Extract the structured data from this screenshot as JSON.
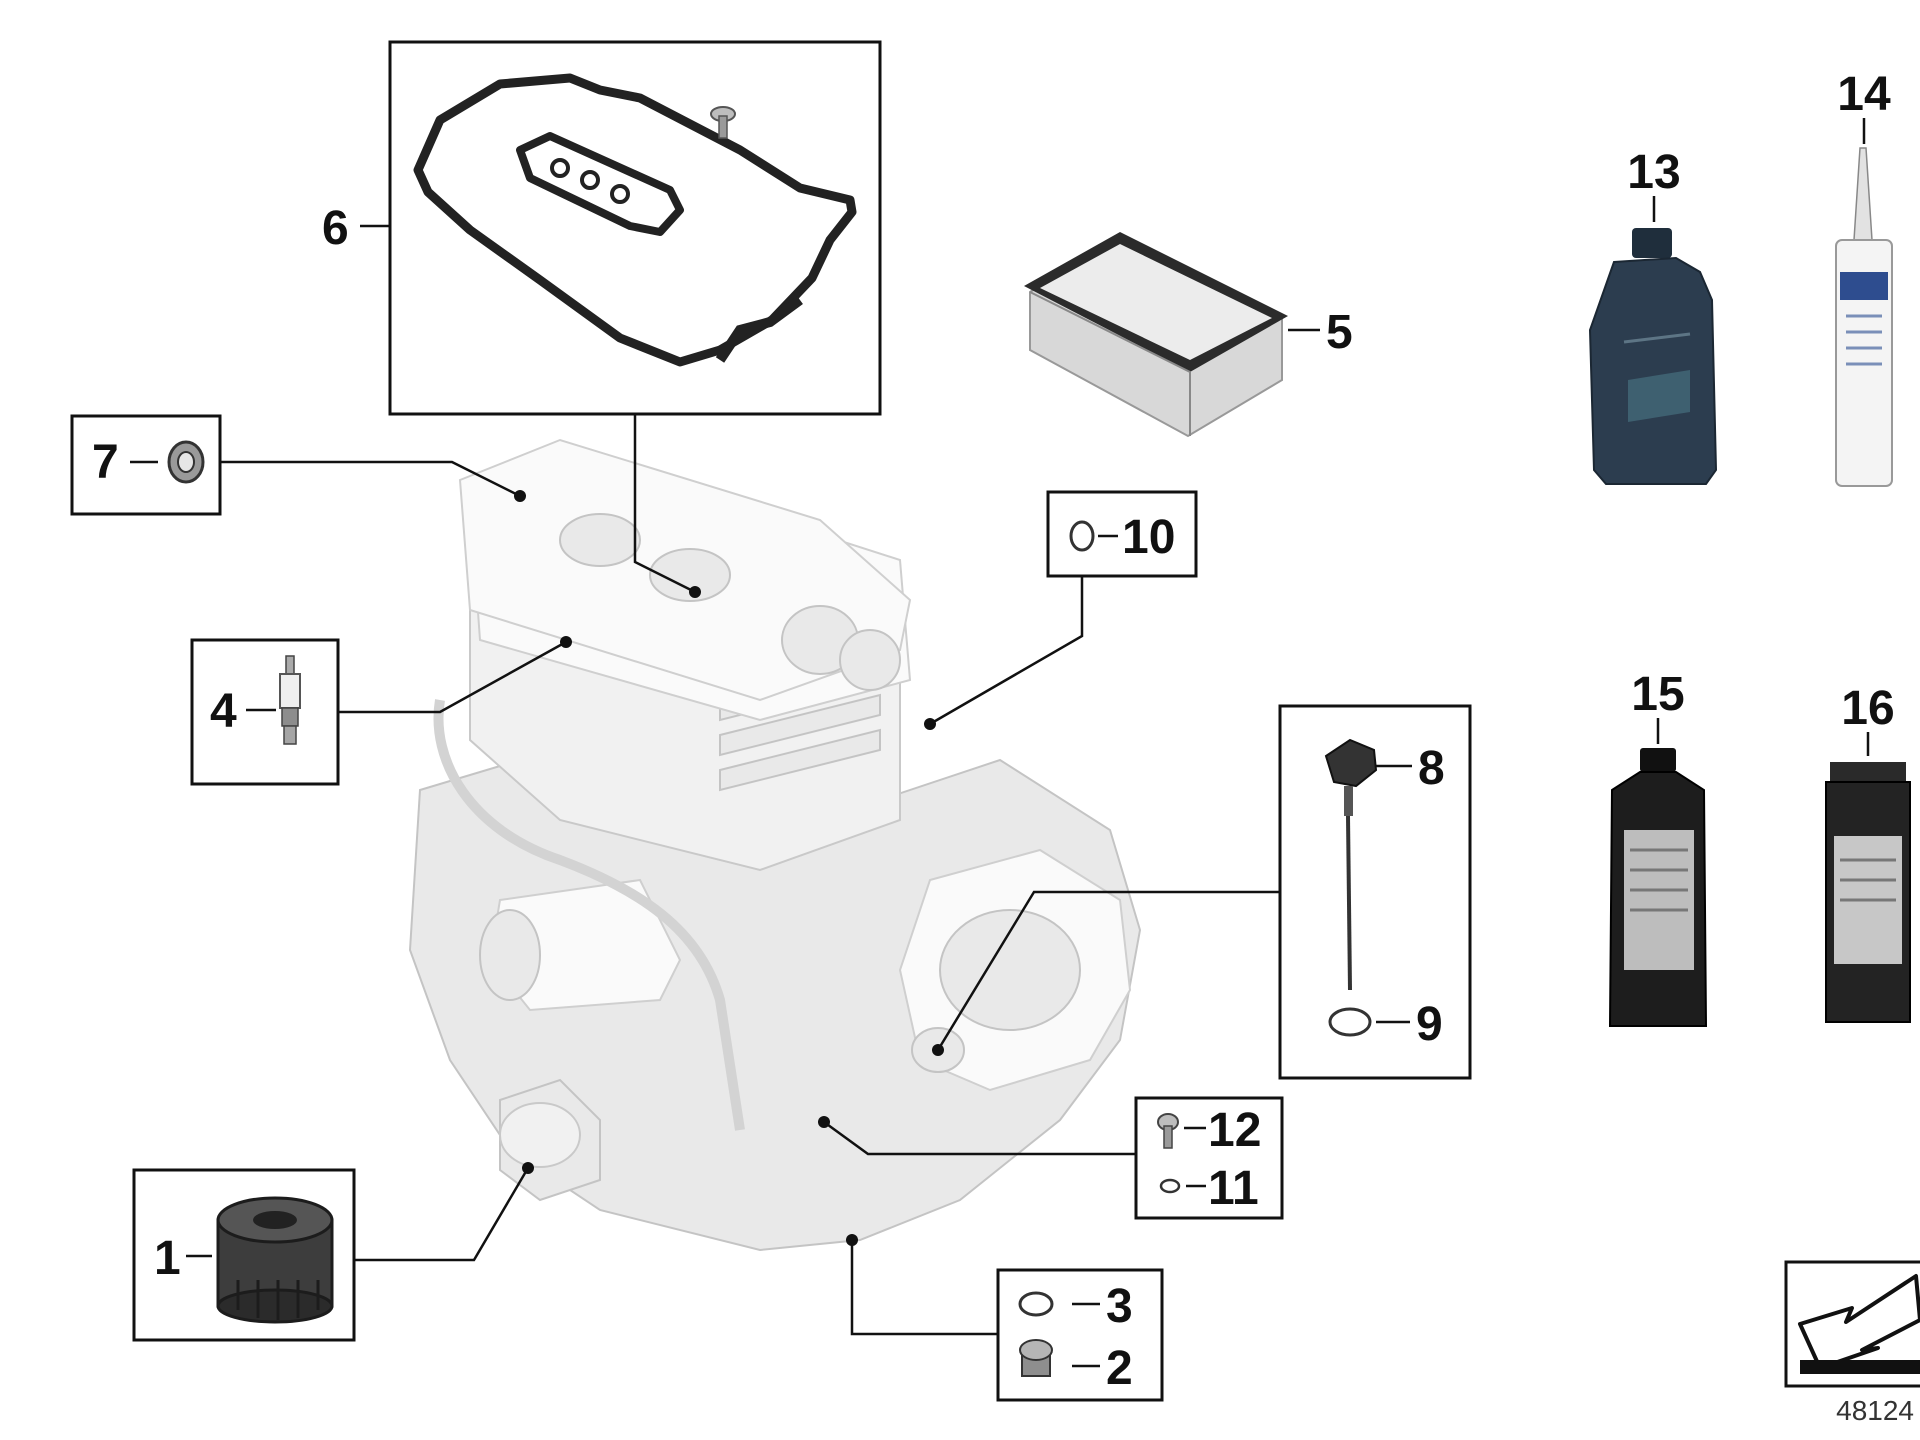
{
  "callouts": {
    "c1": "1",
    "c2": "2",
    "c3": "3",
    "c4": "4",
    "c5": "5",
    "c6": "6",
    "c7": "7",
    "c8": "8",
    "c9": "9",
    "c10": "10",
    "c11": "11",
    "c12": "12",
    "c13": "13",
    "c14": "14",
    "c15": "15",
    "c16": "16"
  },
  "reference_number": "48124",
  "colors": {
    "line": "#111111",
    "engine_fill": "#f1f1f1",
    "oil_bottle": "#2c3d4f",
    "sealant_tube": "#f4f4f4",
    "fluid_bottle": "#1d1d1d"
  },
  "icons": {
    "oil_filter": "oil-filter-icon",
    "drain_plug": "drain-plug-icon",
    "spark_plug": "spark-plug-icon",
    "air_filter": "air-filter-icon",
    "gasket": "valve-cover-gasket-icon",
    "dipstick": "dipstick-icon",
    "oil_bottle": "oil-bottle-icon",
    "sealant_tube": "sealant-tube-icon",
    "fluid_bottle": "fluid-bottle-icon",
    "spray_can": "spray-can-icon",
    "arrow": "arrow-icon"
  }
}
